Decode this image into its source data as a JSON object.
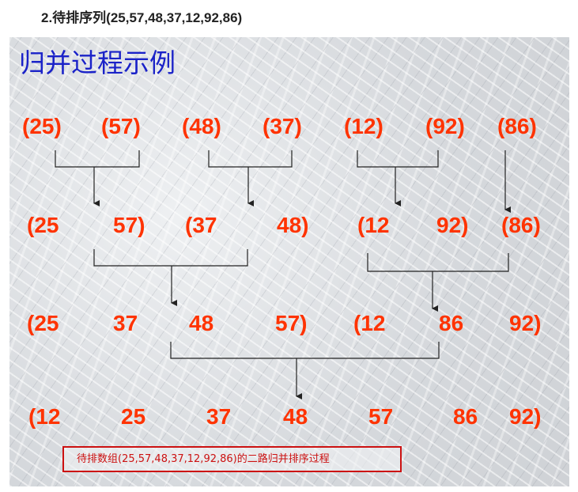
{
  "heading": "2.待排序列(25,57,48,37,12,92,86)",
  "diagram": {
    "title": "归并过程示例",
    "rows": [
      [
        "(25)",
        "(57)",
        "(48)",
        "(37)",
        "(12)",
        "(92)",
        "(86)"
      ],
      [
        "(25",
        "57)",
        "(37",
        "48)",
        "(12",
        "92)",
        "(86)"
      ],
      [
        "(25",
        "37",
        "48",
        "57)",
        "(12",
        "86",
        "92)"
      ],
      [
        "(12",
        "25",
        "37",
        "48",
        "57",
        "86",
        "92)"
      ]
    ],
    "caption": "待排数组(25,57,48,37,12,92,86)的二路归并排序过程",
    "colors": {
      "token": "#ff3300",
      "title": "#1a22c8",
      "caption_border": "#cc1111",
      "lines": "#222222"
    }
  }
}
